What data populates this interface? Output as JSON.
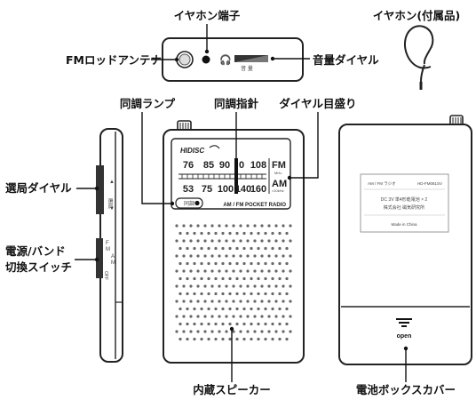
{
  "labels": {
    "earphone_jack": "イヤホン端子",
    "earphone_included": "イヤホン(付属品)",
    "fm_rod_antenna": "FMロッドアンテナ",
    "volume_dial": "音量ダイヤル",
    "tuning_lamp": "同調ランプ",
    "tuning_pointer": "同調指針",
    "dial_scale": "ダイヤル目盛り",
    "station_dial": "選局ダイヤル",
    "power_band_line1": "電源/バンド",
    "power_band_line2": "切換スイッチ",
    "speaker": "内蔵スピーカー",
    "battery_cover": "電池ボックスカバー"
  },
  "radio_front": {
    "brand": "HIDISC",
    "fm_scale": [
      "76",
      "85",
      "90",
      "0",
      "108"
    ],
    "fm_band": "FM",
    "fm_unit": "MHz",
    "am_scale": [
      "53",
      "75",
      "100",
      "140",
      "160"
    ],
    "am_band": "AM",
    "am_unit": "×10kHz",
    "tuning_button": "同調",
    "model_text": "AM / FM POCKET RADIO"
  },
  "radio_top": {
    "volume_text": "音 量"
  },
  "radio_side": {
    "dial_text": "選局",
    "switch_f": "F",
    "switch_m": "M",
    "switch_a": "A",
    "switch_m2": "M",
    "switch_off": "OFF"
  },
  "radio_back": {
    "label_line1": "AM / FM ラジオ",
    "label_model": "HD-FM081SV",
    "label_line2": "DC 3V 単4形乾電池 × 2",
    "label_line3": "株式会社 磁気研究所",
    "label_line4": "Made in China",
    "open_text": "open"
  }
}
